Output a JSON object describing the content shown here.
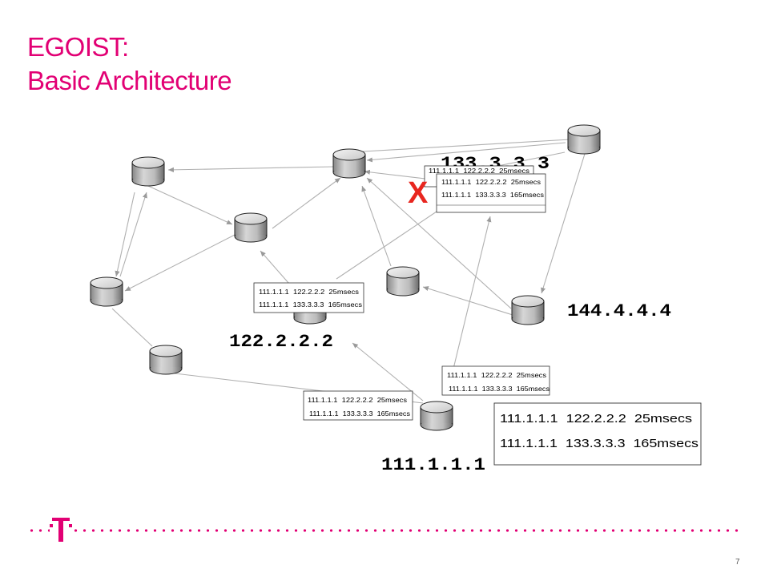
{
  "slide": {
    "title_line1": "EGOIST:",
    "title_line2": "Basic Architecture",
    "page_number": "7"
  },
  "labels": {
    "node_133": "133.3.3.3",
    "node_122": "122.2.2.2",
    "node_144": "144.4.4.4",
    "node_111": "111.1.1.1",
    "failure_mark": "X"
  },
  "link_table": {
    "row1": "111.1.1.1  122.2.2.2  25msecs",
    "row2": "111.1.1.1  133.3.3.3  165msecs"
  },
  "colors": {
    "accent": "#e20074",
    "failure": "#e8261f",
    "edge": "#b0b0b0"
  }
}
